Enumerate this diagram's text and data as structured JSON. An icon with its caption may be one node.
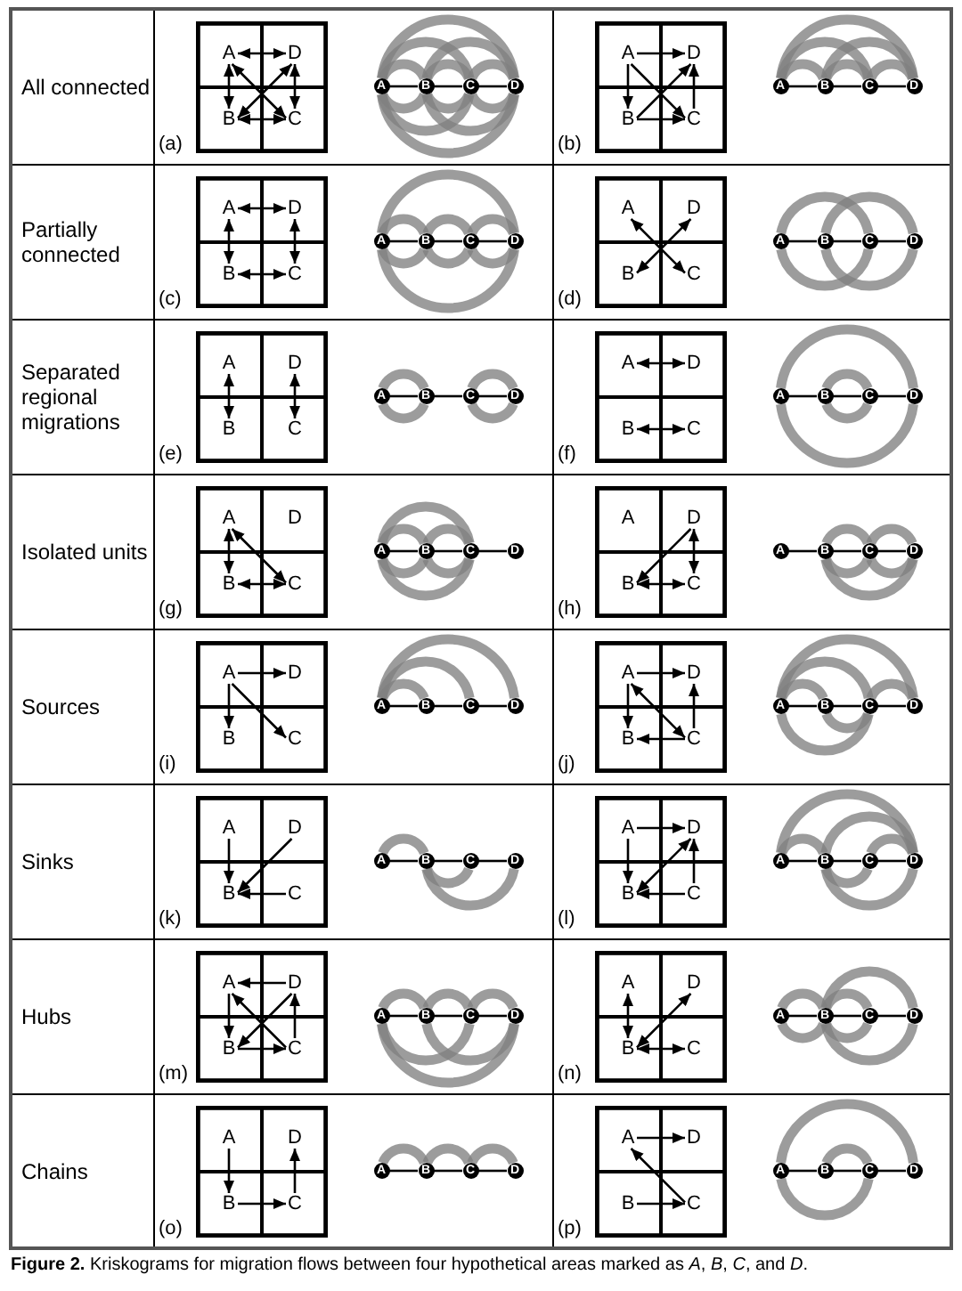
{
  "diagram": {
    "caption": "**Figure 2.** Kriskograms for migration flows between four hypothetical areas marked as *A*, *B*, *C*, and *D*.",
    "nodes": [
      {
        "text": [
          "A"
        ]
      },
      {
        "text": [
          "D"
        ]
      },
      {
        "text": [
          "B"
        ]
      },
      {
        "text": [
          "C"
        ]
      },
      {
        "text": [
          "A"
        ]
      },
      {
        "text": [
          "B"
        ]
      },
      {
        "text": [
          "C"
        ]
      },
      {
        "text": [
          "D"
        ]
      },
      {
        "text": [
          "A"
        ]
      },
      {
        "text": [
          "D"
        ]
      },
      {
        "text": [
          "B"
        ]
      },
      {
        "text": [
          "C"
        ]
      },
      {
        "text": [
          "A"
        ]
      },
      {
        "text": [
          "B"
        ]
      },
      {
        "text": [
          "C"
        ]
      },
      {
        "text": [
          "D"
        ]
      },
      {
        "text": [
          "A"
        ]
      },
      {
        "text": [
          "D"
        ]
      },
      {
        "text": [
          "B"
        ]
      },
      {
        "text": [
          "C"
        ]
      },
      {
        "text": [
          "A"
        ]
      },
      {
        "text": [
          "B"
        ]
      },
      {
        "text": [
          "C"
        ]
      },
      {
        "text": [
          "D"
        ]
      },
      {
        "text": [
          "A"
        ]
      },
      {
        "text": [
          "D"
        ]
      },
      {
        "text": [
          "B"
        ]
      },
      {
        "text": [
          "C"
        ]
      },
      {
        "text": [
          "A"
        ]
      },
      {
        "text": [
          "B"
        ]
      },
      {
        "text": [
          "C"
        ]
      },
      {
        "text": [
          "D"
        ]
      },
      {
        "text": [
          "A"
        ]
      },
      {
        "text": [
          "D"
        ]
      },
      {
        "text": [
          "B"
        ]
      },
      {
        "text": [
          "C"
        ]
      },
      {
        "text": [
          "A"
        ]
      },
      {
        "text": [
          "B"
        ]
      },
      {
        "text": [
          "C"
        ]
      },
      {
        "text": [
          "D"
        ]
      },
      {
        "text": [
          "A"
        ]
      },
      {
        "text": [
          "D"
        ]
      },
      {
        "text": [
          "B"
        ]
      },
      {
        "text": [
          "C"
        ]
      },
      {
        "text": [
          "A"
        ]
      },
      {
        "text": [
          "B"
        ]
      },
      {
        "text": [
          "C"
        ]
      },
      {
        "text": [
          "D"
        ]
      },
      {
        "text": [
          "A"
        ]
      },
      {
        "text": [
          "D"
        ]
      },
      {
        "text": [
          "B"
        ]
      },
      {
        "text": [
          "C"
        ]
      },
      {
        "text": [
          "A"
        ]
      },
      {
        "text": [
          "B"
        ]
      },
      {
        "text": [
          "C"
        ]
      },
      {
        "text": [
          "D"
        ]
      },
      {
        "text": [
          "A"
        ]
      },
      {
        "text": [
          "D"
        ]
      },
      {
        "text": [
          "B"
        ]
      },
      {
        "text": [
          "C"
        ]
      },
      {
        "text": [
          "A"
        ]
      },
      {
        "text": [
          "B"
        ]
      },
      {
        "text": [
          "C"
        ]
      },
      {
        "text": [
          "D"
        ]
      },
      {
        "text": [
          "A"
        ]
      },
      {
        "text": [
          "D"
        ]
      },
      {
        "text": [
          "B"
        ]
      },
      {
        "text": [
          "C"
        ]
      },
      {
        "text": [
          "A"
        ]
      },
      {
        "text": [
          "B"
        ]
      },
      {
        "text": [
          "C"
        ]
      },
      {
        "text": [
          "D"
        ]
      },
      {
        "text": [
          "A"
        ]
      },
      {
        "text": [
          "D"
        ]
      },
      {
        "text": [
          "B"
        ]
      },
      {
        "text": [
          "C"
        ]
      },
      {
        "text": [
          "A"
        ]
      },
      {
        "text": [
          "B"
        ]
      },
      {
        "text": [
          "C"
        ]
      },
      {
        "text": [
          "D"
        ]
      },
      {
        "text": [
          "A"
        ]
      },
      {
        "text": [
          "D"
        ]
      },
      {
        "text": [
          "B"
        ]
      },
      {
        "text": [
          "C"
        ]
      },
      {
        "text": [
          "A"
        ]
      },
      {
        "text": [
          "B"
        ]
      },
      {
        "text": [
          "C"
        ]
      },
      {
        "text": [
          "D"
        ]
      },
      {
        "text": [
          "A"
        ]
      },
      {
        "text": [
          "D"
        ]
      },
      {
        "text": [
          "B"
        ]
      },
      {
        "text": [
          "C"
        ]
      },
      {
        "text": [
          "A"
        ]
      },
      {
        "text": [
          "B"
        ]
      },
      {
        "text": [
          "C"
        ]
      },
      {
        "text": [
          "D"
        ]
      },
      {
        "text": [
          "A"
        ]
      },
      {
        "text": [
          "D"
        ]
      },
      {
        "text": [
          "B"
        ]
      },
      {
        "text": [
          "C"
        ]
      },
      {
        "text": [
          "A"
        ]
      },
      {
        "text": [
          "B"
        ]
      },
      {
        "text": [
          "C"
        ]
      },
      {
        "text": [
          "D"
        ]
      },
      {
        "text": [
          "A"
        ]
      },
      {
        "text": [
          "D"
        ]
      },
      {
        "text": [
          "B"
        ]
      },
      {
        "text": [
          "C"
        ]
      },
      {
        "text": [
          "A"
        ]
      },
      {
        "text": [
          "B"
        ]
      },
      {
        "text": [
          "C"
        ]
      },
      {
        "text": [
          "D"
        ]
      },
      {
        "text": [
          "A"
        ]
      },
      {
        "text": [
          "D"
        ]
      },
      {
        "text": [
          "B"
        ]
      },
      {
        "text": [
          "C"
        ]
      },
      {
        "text": [
          "A"
        ]
      },
      {
        "text": [
          "B"
        ]
      },
      {
        "text": [
          "C"
        ]
      },
      {
        "text": [
          "D"
        ]
      },
      {
        "text": [
          "A"
        ]
      },
      {
        "text": [
          "D"
        ]
      },
      {
        "text": [
          "B"
        ]
      },
      {
        "text": [
          "C"
        ]
      },
      {
        "text": [
          "A"
        ]
      },
      {
        "text": [
          "B"
        ]
      },
      {
        "text": [
          "C"
        ]
      },
      {
        "text": [
          "D"
        ]
      }
    ],
    "edges": [
      {
        "from": 0,
        "to": 1,
        "arrow": "both"
      },
      {
        "from": 0,
        "to": 2,
        "arrow": "both"
      },
      {
        "from": 1,
        "to": 3,
        "arrow": "both"
      },
      {
        "from": 0,
        "to": 3,
        "arrow": "both"
      },
      {
        "from": 2,
        "to": 1,
        "arrow": "both"
      },
      {
        "from": 2,
        "to": 3,
        "arrow": "both"
      },
      {
        "from": 4,
        "to": 5,
        "arrow": "none"
      },
      {
        "from": 5,
        "to": 6,
        "arrow": "none"
      },
      {
        "from": 6,
        "to": 7,
        "arrow": "none"
      },
      {
        "from": 4,
        "to": 5,
        "arrow": "none",
        "style": "thick",
        "color": "#808080"
      },
      {
        "from": 5,
        "to": 4,
        "arrow": "none",
        "style": "thick",
        "color": "#808080"
      },
      {
        "from": 5,
        "to": 6,
        "arrow": "none",
        "style": "thick",
        "color": "#808080"
      },
      {
        "from": 6,
        "to": 5,
        "arrow": "none",
        "style": "thick",
        "color": "#808080"
      },
      {
        "from": 6,
        "to": 7,
        "arrow": "none",
        "style": "thick",
        "color": "#808080"
      },
      {
        "from": 7,
        "to": 6,
        "arrow": "none",
        "style": "thick",
        "color": "#808080"
      },
      {
        "from": 4,
        "to": 6,
        "arrow": "none",
        "style": "thick",
        "color": "#808080"
      },
      {
        "from": 6,
        "to": 4,
        "arrow": "none",
        "style": "thick",
        "color": "#808080"
      },
      {
        "from": 5,
        "to": 7,
        "arrow": "none",
        "style": "thick",
        "color": "#808080"
      },
      {
        "from": 7,
        "to": 5,
        "arrow": "none",
        "style": "thick",
        "color": "#808080"
      },
      {
        "from": 4,
        "to": 7,
        "arrow": "none",
        "style": "thick",
        "color": "#808080"
      },
      {
        "from": 7,
        "to": 4,
        "arrow": "none",
        "style": "thick",
        "color": "#808080"
      },
      {
        "from": 8,
        "to": 9,
        "arrow": "to"
      },
      {
        "from": 8,
        "to": 10,
        "arrow": "to"
      },
      {
        "from": 11,
        "to": 9,
        "arrow": "to"
      },
      {
        "from": 8,
        "to": 11,
        "arrow": "to"
      },
      {
        "from": 10,
        "to": 9,
        "arrow": "to"
      },
      {
        "from": 10,
        "to": 11,
        "arrow": "to"
      },
      {
        "from": 12,
        "to": 13,
        "arrow": "none"
      },
      {
        "from": 13,
        "to": 14,
        "arrow": "none"
      },
      {
        "from": 14,
        "to": 15,
        "arrow": "none"
      },
      {
        "from": 12,
        "to": 13,
        "arrow": "none",
        "style": "thick",
        "color": "#808080"
      },
      {
        "from": 13,
        "to": 14,
        "arrow": "none",
        "style": "thick",
        "color": "#808080"
      },
      {
        "from": 14,
        "to": 15,
        "arrow": "none",
        "style": "thick",
        "color": "#808080"
      },
      {
        "from": 12,
        "to": 14,
        "arrow": "none",
        "style": "thick",
        "color": "#808080"
      },
      {
        "from": 13,
        "to": 15,
        "arrow": "none",
        "style": "thick",
        "color": "#808080"
      },
      {
        "from": 12,
        "to": 15,
        "arrow": "none",
        "style": "thick",
        "color": "#808080"
      },
      {
        "from": 16,
        "to": 17,
        "arrow": "both"
      },
      {
        "from": 16,
        "to": 18,
        "arrow": "both"
      },
      {
        "from": 17,
        "to": 19,
        "arrow": "both"
      },
      {
        "from": 18,
        "to": 19,
        "arrow": "both"
      },
      {
        "from": 20,
        "to": 21,
        "arrow": "none"
      },
      {
        "from": 21,
        "to": 22,
        "arrow": "none"
      },
      {
        "from": 22,
        "to": 23,
        "arrow": "none"
      },
      {
        "from": 20,
        "to": 21,
        "arrow": "none",
        "style": "thick",
        "color": "#808080"
      },
      {
        "from": 21,
        "to": 20,
        "arrow": "none",
        "style": "thick",
        "color": "#808080"
      },
      {
        "from": 21,
        "to": 22,
        "arrow": "none",
        "style": "thick",
        "color": "#808080"
      },
      {
        "from": 22,
        "to": 21,
        "arrow": "none",
        "style": "thick",
        "color": "#808080"
      },
      {
        "from": 22,
        "to": 23,
        "arrow": "none",
        "style": "thick",
        "color": "#808080"
      },
      {
        "from": 23,
        "to": 22,
        "arrow": "none",
        "style": "thick",
        "color": "#808080"
      },
      {
        "from": 20,
        "to": 23,
        "arrow": "none",
        "style": "thick",
        "color": "#808080"
      },
      {
        "from": 23,
        "to": 20,
        "arrow": "none",
        "style": "thick",
        "color": "#808080"
      },
      {
        "from": 24,
        "to": 27,
        "arrow": "both"
      },
      {
        "from": 26,
        "to": 25,
        "arrow": "both"
      },
      {
        "from": 28,
        "to": 29,
        "arrow": "none"
      },
      {
        "from": 29,
        "to": 30,
        "arrow": "none"
      },
      {
        "from": 30,
        "to": 31,
        "arrow": "none"
      },
      {
        "from": 28,
        "to": 30,
        "arrow": "none",
        "style": "thick",
        "color": "#808080"
      },
      {
        "from": 30,
        "to": 28,
        "arrow": "none",
        "style": "thick",
        "color": "#808080"
      },
      {
        "from": 29,
        "to": 31,
        "arrow": "none",
        "style": "thick",
        "color": "#808080"
      },
      {
        "from": 31,
        "to": 29,
        "arrow": "none",
        "style": "thick",
        "color": "#808080"
      },
      {
        "from": 32,
        "to": 34,
        "arrow": "both"
      },
      {
        "from": 33,
        "to": 35,
        "arrow": "both"
      },
      {
        "from": 36,
        "to": 37,
        "arrow": "none"
      },
      {
        "from": 37,
        "to": 38,
        "arrow": "none"
      },
      {
        "from": 38,
        "to": 39,
        "arrow": "none"
      },
      {
        "from": 36,
        "to": 37,
        "arrow": "none",
        "style": "thick",
        "color": "#808080"
      },
      {
        "from": 37,
        "to": 36,
        "arrow": "none",
        "style": "thick",
        "color": "#808080"
      },
      {
        "from": 38,
        "to": 39,
        "arrow": "none",
        "style": "thick",
        "color": "#808080"
      },
      {
        "from": 39,
        "to": 38,
        "arrow": "none",
        "style": "thick",
        "color": "#808080"
      },
      {
        "from": 40,
        "to": 41,
        "arrow": "both"
      },
      {
        "from": 42,
        "to": 43,
        "arrow": "both"
      },
      {
        "from": 44,
        "to": 45,
        "arrow": "none"
      },
      {
        "from": 45,
        "to": 46,
        "arrow": "none"
      },
      {
        "from": 46,
        "to": 47,
        "arrow": "none"
      },
      {
        "from": 44,
        "to": 47,
        "arrow": "none",
        "style": "thick",
        "color": "#808080"
      },
      {
        "from": 47,
        "to": 44,
        "arrow": "none",
        "style": "thick",
        "color": "#808080"
      },
      {
        "from": 45,
        "to": 46,
        "arrow": "none",
        "style": "thick",
        "color": "#808080"
      },
      {
        "from": 46,
        "to": 45,
        "arrow": "none",
        "style": "thick",
        "color": "#808080"
      },
      {
        "from": 48,
        "to": 50,
        "arrow": "both"
      },
      {
        "from": 48,
        "to": 51,
        "arrow": "both"
      },
      {
        "from": 50,
        "to": 51,
        "arrow": "both"
      },
      {
        "from": 52,
        "to": 53,
        "arrow": "none"
      },
      {
        "from": 53,
        "to": 54,
        "arrow": "none"
      },
      {
        "from": 54,
        "to": 55,
        "arrow": "none"
      },
      {
        "from": 52,
        "to": 53,
        "arrow": "none",
        "style": "thick",
        "color": "#808080"
      },
      {
        "from": 53,
        "to": 52,
        "arrow": "none",
        "style": "thick",
        "color": "#808080"
      },
      {
        "from": 53,
        "to": 54,
        "arrow": "none",
        "style": "thick",
        "color": "#808080"
      },
      {
        "from": 54,
        "to": 53,
        "arrow": "none",
        "style": "thick",
        "color": "#808080"
      },
      {
        "from": 52,
        "to": 54,
        "arrow": "none",
        "style": "thick",
        "color": "#808080"
      },
      {
        "from": 54,
        "to": 52,
        "arrow": "none",
        "style": "thick",
        "color": "#808080"
      },
      {
        "from": 57,
        "to": 59,
        "arrow": "both"
      },
      {
        "from": 57,
        "to": 58,
        "arrow": "to"
      },
      {
        "from": 58,
        "to": 59,
        "arrow": "both"
      },
      {
        "from": 60,
        "to": 61,
        "arrow": "none"
      },
      {
        "from": 61,
        "to": 62,
        "arrow": "none"
      },
      {
        "from": 62,
        "to": 63,
        "arrow": "none"
      },
      {
        "from": 61,
        "to": 62,
        "arrow": "none",
        "style": "thick",
        "color": "#808080"
      },
      {
        "from": 62,
        "to": 61,
        "arrow": "none",
        "style": "thick",
        "color": "#808080"
      },
      {
        "from": 62,
        "to": 63,
        "arrow": "none",
        "style": "thick",
        "color": "#808080"
      },
      {
        "from": 63,
        "to": 62,
        "arrow": "none",
        "style": "thick",
        "color": "#808080"
      },
      {
        "from": 63,
        "to": 61,
        "arrow": "none",
        "style": "thick",
        "color": "#808080"
      },
      {
        "from": 64,
        "to": 65,
        "arrow": "to"
      },
      {
        "from": 64,
        "to": 66,
        "arrow": "to"
      },
      {
        "from": 64,
        "to": 67,
        "arrow": "to"
      },
      {
        "from": 68,
        "to": 69,
        "arrow": "none"
      },
      {
        "from": 69,
        "to": 70,
        "arrow": "none"
      },
      {
        "from": 70,
        "to": 71,
        "arrow": "none"
      },
      {
        "from": 68,
        "to": 69,
        "arrow": "none",
        "style": "thick",
        "color": "#808080"
      },
      {
        "from": 68,
        "to": 70,
        "arrow": "none",
        "style": "thick",
        "color": "#808080"
      },
      {
        "from": 68,
        "to": 71,
        "arrow": "none",
        "style": "thick",
        "color": "#808080"
      },
      {
        "from": 72,
        "to": 73,
        "arrow": "to"
      },
      {
        "from": 72,
        "to": 74,
        "arrow": "to"
      },
      {
        "from": 72,
        "to": 75,
        "arrow": "both"
      },
      {
        "from": 75,
        "to": 73,
        "arrow": "to"
      },
      {
        "from": 75,
        "to": 74,
        "arrow": "to"
      },
      {
        "from": 76,
        "to": 77,
        "arrow": "none"
      },
      {
        "from": 77,
        "to": 78,
        "arrow": "none"
      },
      {
        "from": 78,
        "to": 79,
        "arrow": "none"
      },
      {
        "from": 76,
        "to": 77,
        "arrow": "none",
        "style": "thick",
        "color": "#808080"
      },
      {
        "from": 76,
        "to": 78,
        "arrow": "none",
        "style": "thick",
        "color": "#808080"
      },
      {
        "from": 78,
        "to": 76,
        "arrow": "none",
        "style": "thick",
        "color": "#808080"
      },
      {
        "from": 76,
        "to": 79,
        "arrow": "none",
        "style": "thick",
        "color": "#808080"
      },
      {
        "from": 78,
        "to": 79,
        "arrow": "none",
        "style": "thick",
        "color": "#808080"
      },
      {
        "from": 78,
        "to": 77,
        "arrow": "none",
        "style": "thick",
        "color": "#808080"
      },
      {
        "from": 80,
        "to": 82,
        "arrow": "to"
      },
      {
        "from": 81,
        "to": 82,
        "arrow": "to"
      },
      {
        "from": 83,
        "to": 82,
        "arrow": "to"
      },
      {
        "from": 84,
        "to": 85,
        "arrow": "none"
      },
      {
        "from": 85,
        "to": 86,
        "arrow": "none"
      },
      {
        "from": 86,
        "to": 87,
        "arrow": "none"
      },
      {
        "from": 84,
        "to": 85,
        "arrow": "none",
        "style": "thick",
        "color": "#808080"
      },
      {
        "from": 86,
        "to": 85,
        "arrow": "none",
        "style": "thick",
        "color": "#808080"
      },
      {
        "from": 87,
        "to": 85,
        "arrow": "none",
        "style": "thick",
        "color": "#808080"
      },
      {
        "from": 88,
        "to": 89,
        "arrow": "to"
      },
      {
        "from": 88,
        "to": 90,
        "arrow": "to"
      },
      {
        "from": 90,
        "to": 89,
        "arrow": "both"
      },
      {
        "from": 91,
        "to": 89,
        "arrow": "to"
      },
      {
        "from": 91,
        "to": 90,
        "arrow": "to"
      },
      {
        "from": 92,
        "to": 93,
        "arrow": "none"
      },
      {
        "from": 93,
        "to": 94,
        "arrow": "none"
      },
      {
        "from": 94,
        "to": 95,
        "arrow": "none"
      },
      {
        "from": 92,
        "to": 93,
        "arrow": "none",
        "style": "thick",
        "color": "#808080"
      },
      {
        "from": 92,
        "to": 95,
        "arrow": "none",
        "style": "thick",
        "color": "#808080"
      },
      {
        "from": 93,
        "to": 95,
        "arrow": "none",
        "style": "thick",
        "color": "#808080"
      },
      {
        "from": 95,
        "to": 93,
        "arrow": "none",
        "style": "thick",
        "color": "#808080"
      },
      {
        "from": 94,
        "to": 95,
        "arrow": "none",
        "style": "thick",
        "color": "#808080"
      },
      {
        "from": 94,
        "to": 93,
        "arrow": "none",
        "style": "thick",
        "color": "#808080"
      },
      {
        "from": 97,
        "to": 96,
        "arrow": "to"
      },
      {
        "from": 96,
        "to": 98,
        "arrow": "to"
      },
      {
        "from": 99,
        "to": 96,
        "arrow": "to"
      },
      {
        "from": 97,
        "to": 98,
        "arrow": "to"
      },
      {
        "from": 99,
        "to": 97,
        "arrow": "to"
      },
      {
        "from": 98,
        "to": 99,
        "arrow": "to"
      },
      {
        "from": 100,
        "to": 101,
        "arrow": "none"
      },
      {
        "from": 101,
        "to": 102,
        "arrow": "none"
      },
      {
        "from": 102,
        "to": 103,
        "arrow": "none"
      },
      {
        "from": 103,
        "to": 100,
        "arrow": "none",
        "style": "thick",
        "color": "#808080"
      },
      {
        "from": 100,
        "to": 101,
        "arrow": "none",
        "style": "thick",
        "color": "#808080"
      },
      {
        "from": 102,
        "to": 100,
        "arrow": "none",
        "style": "thick",
        "color": "#808080"
      },
      {
        "from": 103,
        "to": 101,
        "arrow": "none",
        "style": "thick",
        "color": "#808080"
      },
      {
        "from": 102,
        "to": 103,
        "arrow": "none",
        "style": "thick",
        "color": "#808080"
      },
      {
        "from": 101,
        "to": 102,
        "arrow": "none",
        "style": "thick",
        "color": "#808080"
      },
      {
        "from": 104,
        "to": 106,
        "arrow": "both"
      },
      {
        "from": 106,
        "to": 105,
        "arrow": "both"
      },
      {
        "from": 106,
        "to": 107,
        "arrow": "both"
      },
      {
        "from": 108,
        "to": 109,
        "arrow": "none"
      },
      {
        "from": 109,
        "to": 110,
        "arrow": "none"
      },
      {
        "from": 110,
        "to": 111,
        "arrow": "none"
      },
      {
        "from": 108,
        "to": 109,
        "arrow": "none",
        "style": "thick",
        "color": "#808080"
      },
      {
        "from": 109,
        "to": 108,
        "arrow": "none",
        "style": "thick",
        "color": "#808080"
      },
      {
        "from": 109,
        "to": 110,
        "arrow": "none",
        "style": "thick",
        "color": "#808080"
      },
      {
        "from": 110,
        "to": 109,
        "arrow": "none",
        "style": "thick",
        "color": "#808080"
      },
      {
        "from": 109,
        "to": 111,
        "arrow": "none",
        "style": "thick",
        "color": "#808080"
      },
      {
        "from": 111,
        "to": 109,
        "arrow": "none",
        "style": "thick",
        "color": "#808080"
      },
      {
        "from": 112,
        "to": 114,
        "arrow": "to"
      },
      {
        "from": 114,
        "to": 115,
        "arrow": "to"
      },
      {
        "from": 115,
        "to": 113,
        "arrow": "to"
      },
      {
        "from": 116,
        "to": 117,
        "arrow": "none"
      },
      {
        "from": 117,
        "to": 118,
        "arrow": "none"
      },
      {
        "from": 118,
        "to": 119,
        "arrow": "none"
      },
      {
        "from": 116,
        "to": 117,
        "arrow": "none",
        "style": "thick",
        "color": "#808080"
      },
      {
        "from": 117,
        "to": 118,
        "arrow": "none",
        "style": "thick",
        "color": "#808080"
      },
      {
        "from": 118,
        "to": 119,
        "arrow": "none",
        "style": "thick",
        "color": "#808080"
      },
      {
        "from": 120,
        "to": 121,
        "arrow": "to"
      },
      {
        "from": 123,
        "to": 120,
        "arrow": "to"
      },
      {
        "from": 122,
        "to": 123,
        "arrow": "to"
      },
      {
        "from": 124,
        "to": 125,
        "arrow": "none"
      },
      {
        "from": 125,
        "to": 126,
        "arrow": "none"
      },
      {
        "from": 126,
        "to": 127,
        "arrow": "none"
      },
      {
        "from": 124,
        "to": 127,
        "arrow": "none",
        "style": "thick",
        "color": "#808080"
      },
      {
        "from": 126,
        "to": 124,
        "arrow": "none",
        "style": "thick",
        "color": "#808080"
      },
      {
        "from": 125,
        "to": 126,
        "arrow": "none",
        "style": "thick",
        "color": "#808080"
      }
    ],
    "labels": [
      "All connected",
      "(a)",
      "(b)",
      "Partially connected",
      "(c)",
      "(d)",
      "Separated regional migrations",
      "(e)",
      "(f)",
      "Isolated units",
      "(g)",
      "(h)",
      "Sources",
      "(i)",
      "(j)",
      "Sinks",
      "(k)",
      "(l)",
      "Hubs",
      "(m)",
      "(n)",
      "Chains",
      "(o)",
      "(p)"
    ]
  }
}
